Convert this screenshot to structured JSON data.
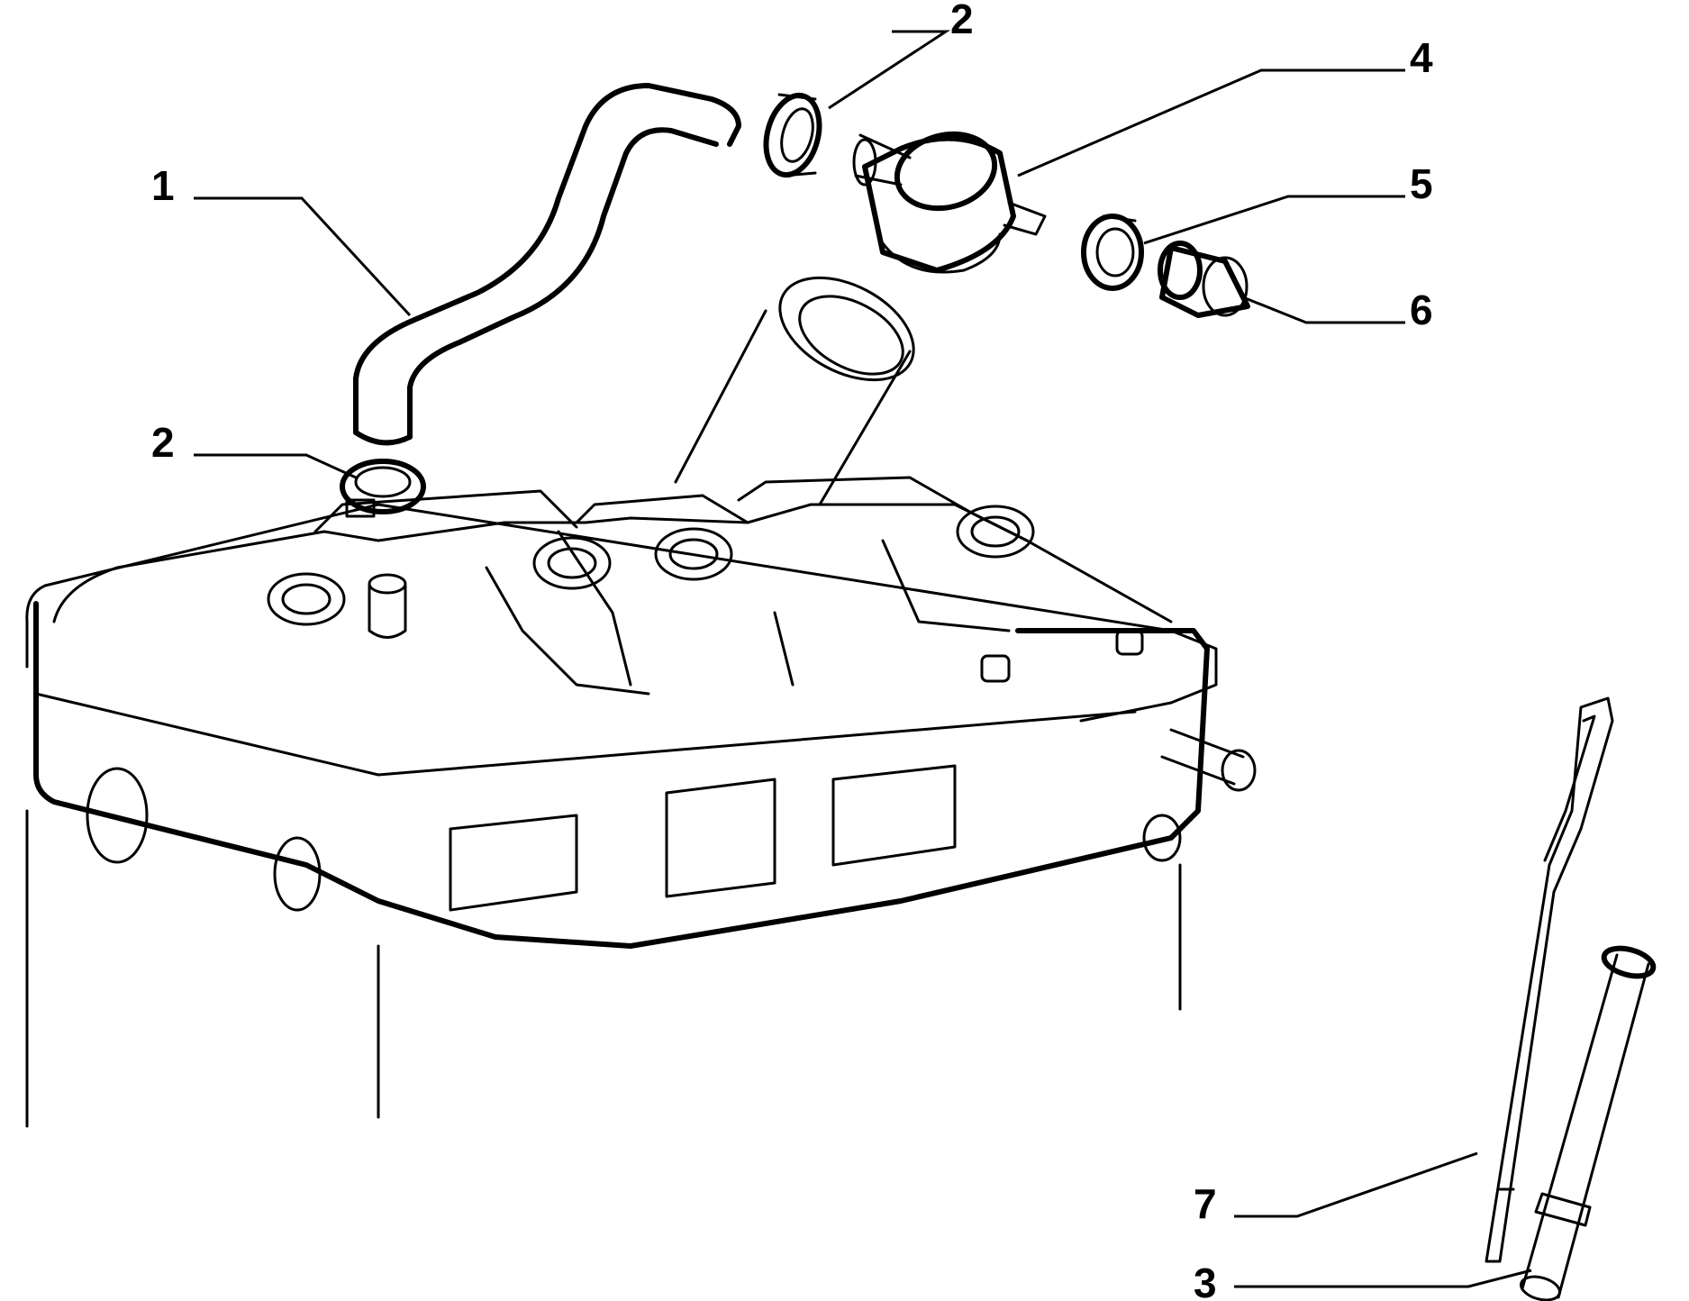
{
  "callouts": [
    {
      "id": "c1",
      "label": "1"
    },
    {
      "id": "c2a",
      "label": "2"
    },
    {
      "id": "c2b",
      "label": "2"
    },
    {
      "id": "c3",
      "label": "3"
    },
    {
      "id": "c4",
      "label": "4"
    },
    {
      "id": "c5",
      "label": "5"
    },
    {
      "id": "c6",
      "label": "6"
    },
    {
      "id": "c7",
      "label": "7"
    }
  ],
  "colors": {
    "line": "#000000",
    "background": "#ffffff"
  }
}
